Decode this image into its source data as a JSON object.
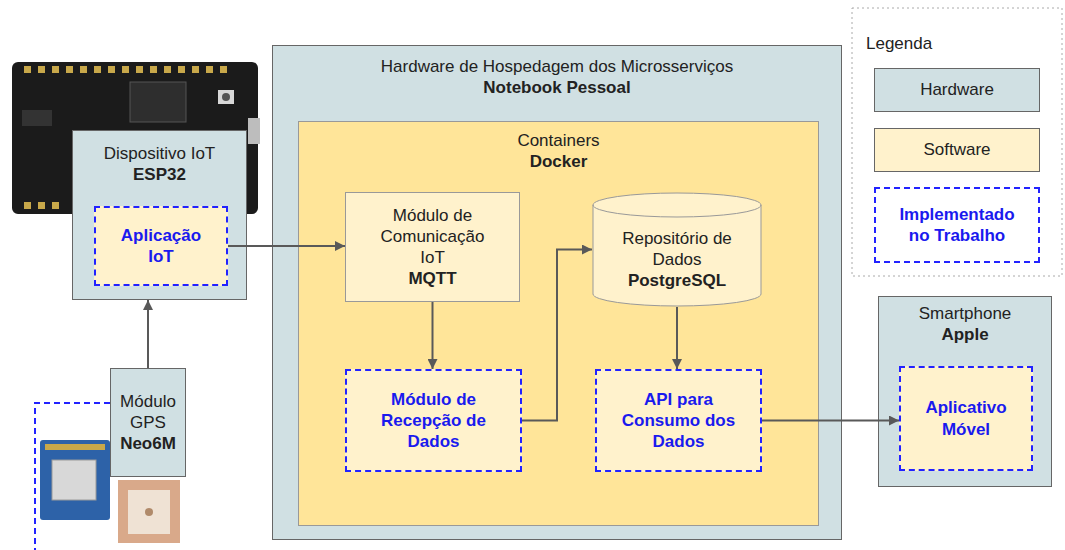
{
  "diagram": {
    "nodes": [
      {
        "text": [
          "Dispositivo IoT",
          "ESP32"
        ]
      },
      {
        "text": [
          "Aplicação IoT"
        ],
        "in": 0
      },
      {
        "text": [
          "Módulo GPS",
          "Neo6M"
        ]
      },
      {
        "text": [
          "Hardware de Hospedagem dos Microsserviços",
          "Notebook Pessoal"
        ]
      },
      {
        "text": [
          "Containers",
          "Docker"
        ],
        "in": 3
      },
      {
        "text": [
          "Módulo de Comunicação IoT",
          "MQTT"
        ],
        "in": 4
      },
      {
        "text": [
          "Repositório de Dados",
          "PostgreSQL"
        ],
        "in": 4
      },
      {
        "text": [
          "Módulo de Recepção de Dados"
        ],
        "in": 4
      },
      {
        "text": [
          "API para Consumo dos Dados"
        ],
        "in": 4
      },
      {
        "text": [
          "Smartphone",
          "Apple"
        ]
      },
      {
        "text": [
          "Aplicativo Móvel"
        ],
        "in": 9
      }
    ],
    "edges": [
      {
        "from": 1,
        "to": 5,
        "arrow": "to"
      },
      {
        "from": 2,
        "to": 0,
        "arrow": "to"
      },
      {
        "from": 5,
        "to": 7,
        "arrow": "to"
      },
      {
        "from": 7,
        "to": 6,
        "arrow": "to"
      },
      {
        "from": 6,
        "to": 8,
        "arrow": "to"
      },
      {
        "from": 8,
        "to": 10,
        "arrow": "to"
      }
    ],
    "labels": [
      "Legenda"
    ],
    "legend": [
      {
        "text": "Hardware",
        "color": "#d0e0e3"
      },
      {
        "text": "Software",
        "color": "#fff2cc"
      },
      {
        "text": "Implementado no Trabalho"
      }
    ]
  }
}
